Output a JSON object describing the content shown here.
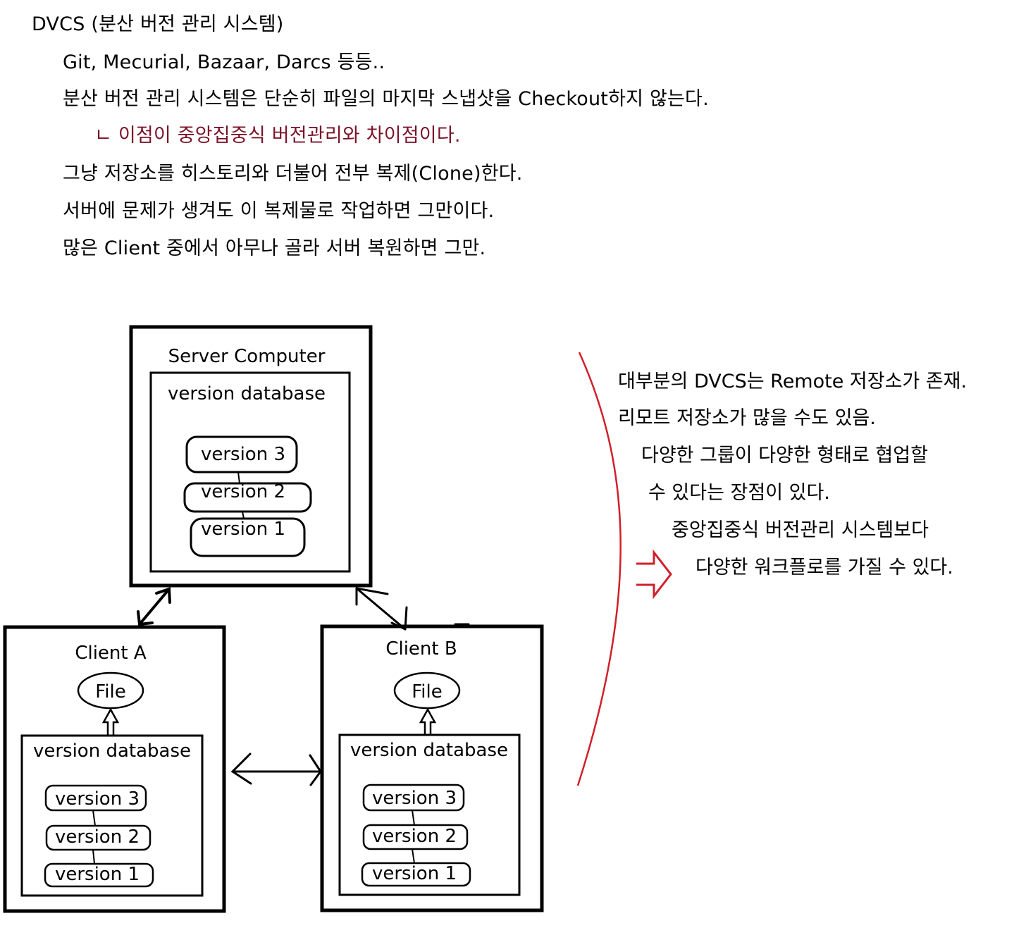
{
  "notes": {
    "title": "DVCS (분산 버전 관리 시스템)",
    "examples": "Git, Mecurial, Bazaar, Darcs 등등..",
    "line1": "분산 버전 관리 시스템은 단순히 파일의 마지막 스냅샷을 Checkout하지 않는다.",
    "line1_sub": "ㄴ 이점이 중앙집중식 버전관리와 차이점이다.",
    "line2": "그냥 저장소를 히스토리와 더불어 전부 복제(Clone)한다.",
    "line3": "서버에 문제가 생겨도 이 복제물로 작업하면 그만이다.",
    "line4": "많은 Client 중에서 아무나 골라 서버 복원하면 그만."
  },
  "colors": {
    "accent_red_text": "#7b1328",
    "accent_red_line": "#d0202a"
  },
  "diagram": {
    "server": {
      "title": "Server Computer",
      "db_label": "version database",
      "versions": [
        "version 3",
        "version 2",
        "version 1"
      ]
    },
    "client_a": {
      "title": "Client A",
      "file_label": "File",
      "db_label": "version database",
      "versions": [
        "version 3",
        "version 2",
        "version 1"
      ]
    },
    "client_b": {
      "title": "Client B",
      "file_label": "File",
      "db_label": "version database",
      "versions": [
        "version 3",
        "version 2",
        "version 1"
      ]
    }
  },
  "side_notes": {
    "s1": "대부분의 DVCS는 Remote 저장소가 존재.",
    "s2": "리모트 저장소가 많을 수도 있음.",
    "s3": "다양한 그룹이 다양한 형태로 협업할",
    "s4": "수 있다는 장점이 있다.",
    "s5": "중앙집중식 버전관리 시스템보다",
    "s6": "다양한 워크플로를 가질 수 있다."
  }
}
